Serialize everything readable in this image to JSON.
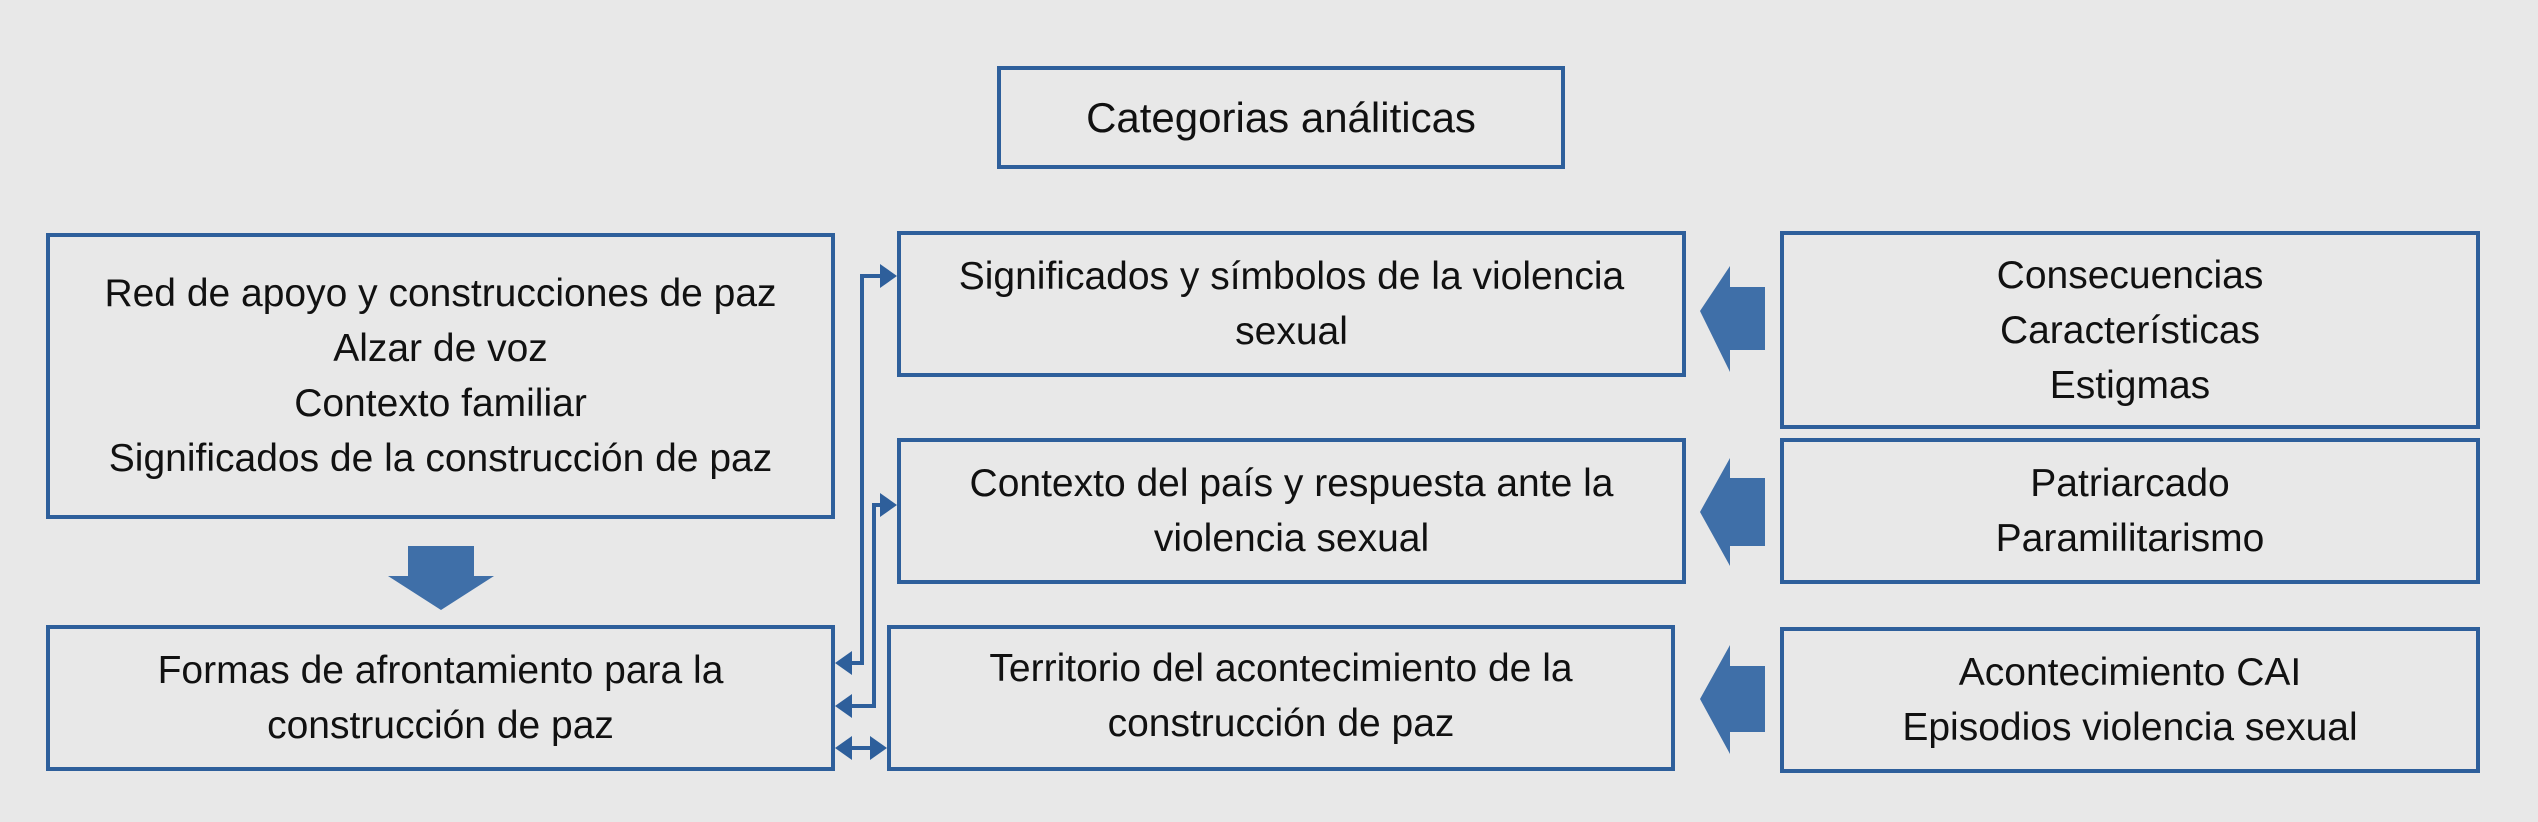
{
  "title": "Categorias análiticas",
  "left": {
    "top_box": [
      "Red de apoyo y construcciones de paz",
      "Alzar de voz",
      "Contexto familiar",
      "Significados de la construcción de paz"
    ],
    "bottom_box": [
      "Formas de afrontamiento para la",
      "construcción de paz"
    ]
  },
  "middle": {
    "box1": [
      "Significados y símbolos de la violencia",
      "sexual"
    ],
    "box2": [
      "Contexto del país y respuesta ante la",
      "violencia sexual"
    ],
    "box3": [
      "Territorio del acontecimiento de la",
      "construcción de paz"
    ]
  },
  "right": {
    "box1": [
      "Consecuencias",
      "Características",
      "Estigmas"
    ],
    "box2": [
      "Patriarcado",
      "Paramilitarismo"
    ],
    "box3": [
      "Acontecimiento CAI",
      "Episodios violencia sexual"
    ]
  },
  "colors": {
    "border": "#2e5f9b",
    "arrow_fill": "#3f6fa8",
    "background": "#e8e8e8"
  }
}
